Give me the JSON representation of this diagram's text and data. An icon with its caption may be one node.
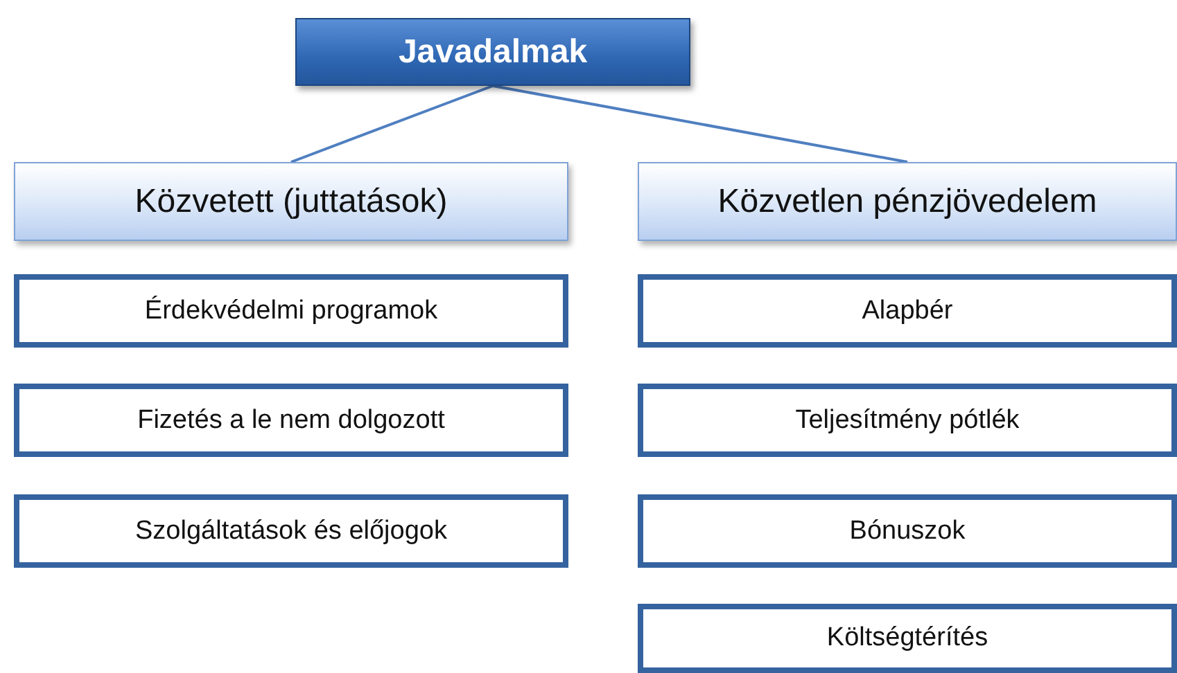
{
  "diagram": {
    "nodes": [
      {
        "text": [
          "Javadalmak"
        ]
      },
      {
        "text": [
          "Közvetett (juttatások)"
        ]
      },
      {
        "text": [
          "Közvetlen pénzjövedelem"
        ]
      },
      {
        "text": [
          "Érdekvédelmi programok"
        ]
      },
      {
        "text": [
          "Fizetés a le nem dolgozott"
        ]
      },
      {
        "text": [
          "Szolgáltatások és előjogok"
        ]
      },
      {
        "text": [
          "Alapbér"
        ]
      },
      {
        "text": [
          "Teljesítmény pótlék"
        ]
      },
      {
        "text": [
          "Bónuszok"
        ]
      },
      {
        "text": [
          "Költségtérítés"
        ]
      }
    ],
    "edges": [
      {
        "from": 0,
        "to": 1,
        "arrow": "none"
      },
      {
        "from": 0,
        "to": 2,
        "arrow": "none"
      }
    ]
  }
}
